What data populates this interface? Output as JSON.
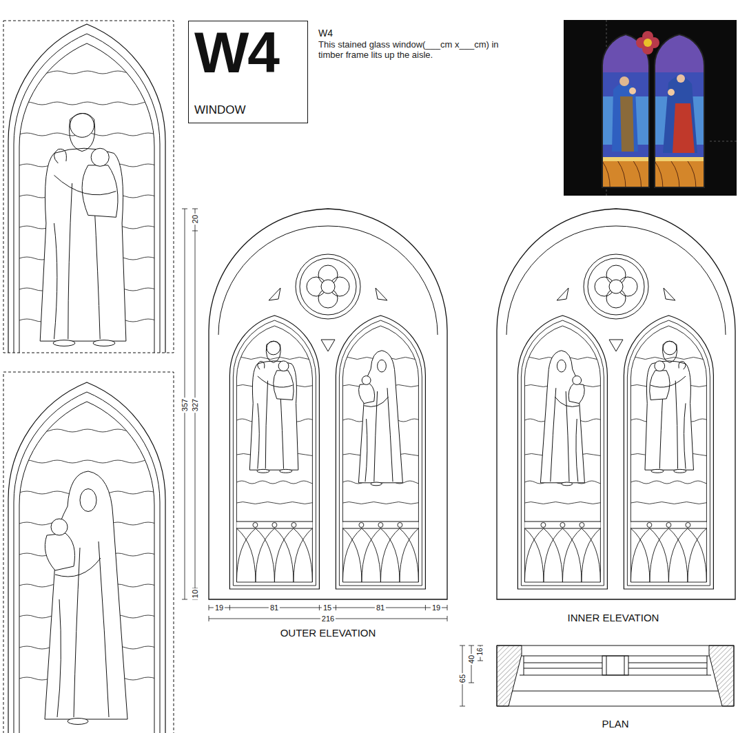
{
  "diagram": {
    "nodes": [
      {
        "text": [
          "W4",
          "WINDOW"
        ]
      }
    ],
    "labels": [
      "W4",
      "This stained glass window(___cm x___cm) in timber frame lits up the aisle.",
      "20",
      "357",
      "327",
      "10",
      "19",
      "81",
      "15",
      "81",
      "19",
      "216",
      "OUTER ELEVATION",
      "INNER ELEVATION",
      "65",
      "40",
      "16",
      "PLAN"
    ]
  }
}
